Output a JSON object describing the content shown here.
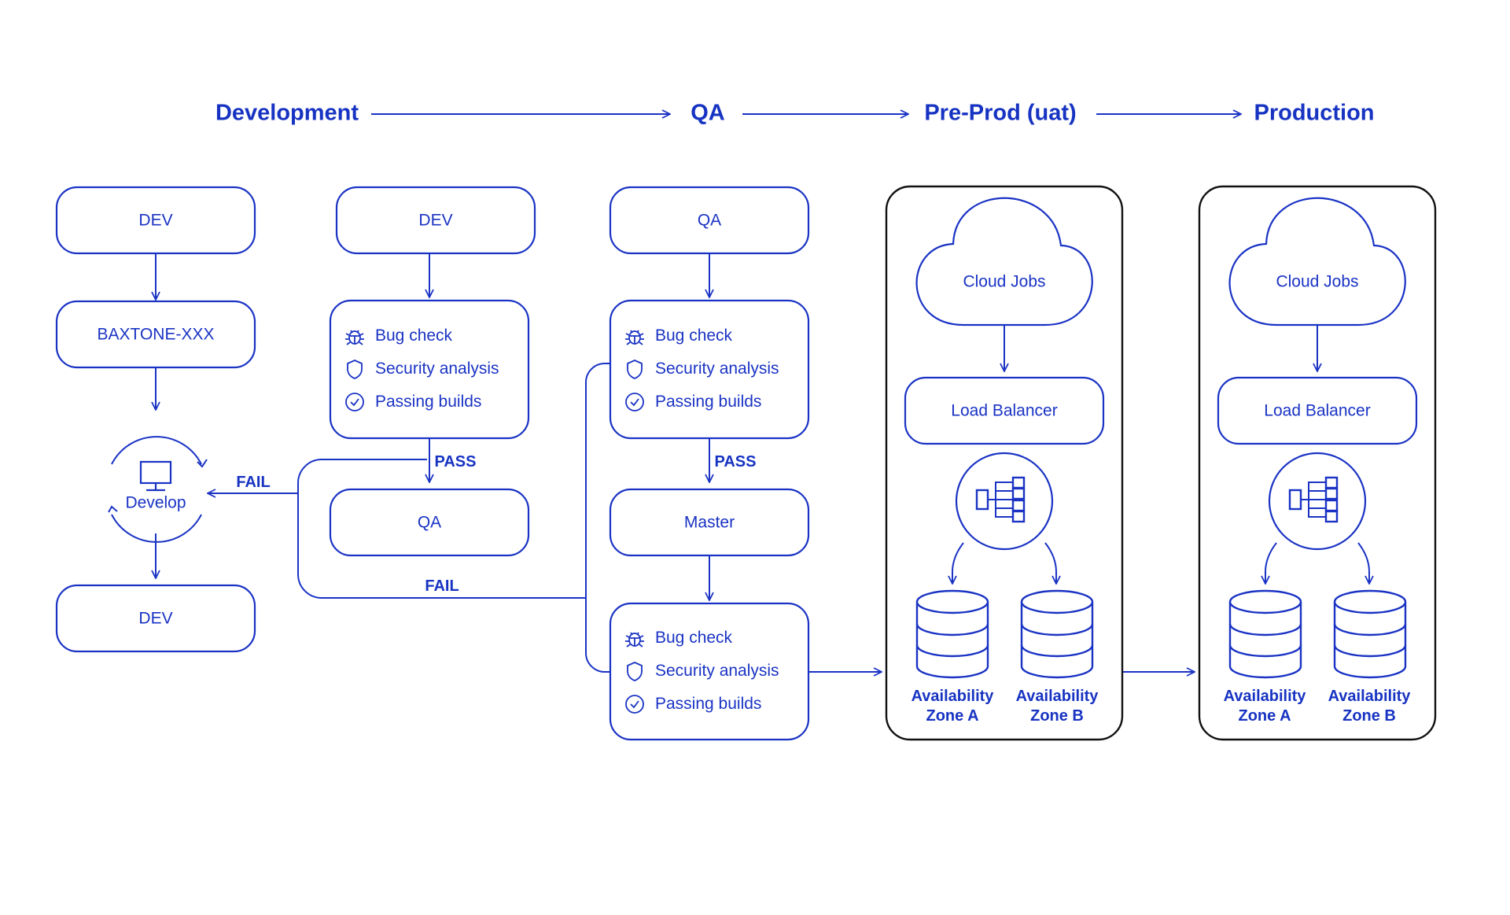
{
  "stages": {
    "development": "Development",
    "qa": "QA",
    "preprod": "Pre-Prod (uat)",
    "production": "Production"
  },
  "dev_column": {
    "top_box": "DEV",
    "branch_box": "BAXTONE-XXX",
    "develop_label": "Develop",
    "bottom_box": "DEV",
    "fail_label": "FAIL"
  },
  "dev_stage": {
    "top_box": "DEV",
    "checks": [
      "Bug check",
      "Security analysis",
      "Passing builds"
    ],
    "pass_label": "PASS",
    "result_box": "QA",
    "fail_label": "FAIL"
  },
  "qa_stage": {
    "top_box": "QA",
    "checks": [
      "Bug check",
      "Security analysis",
      "Passing builds"
    ],
    "pass_label": "PASS",
    "result_box": "Master",
    "final_checks": [
      "Bug check",
      "Security analysis",
      "Passing builds"
    ]
  },
  "preprod_env": {
    "cloud": "Cloud Jobs",
    "load_balancer": "Load Balancer",
    "zone_a": [
      "Availability",
      "Zone A"
    ],
    "zone_b": [
      "Availability",
      "Zone B"
    ]
  },
  "production_env": {
    "cloud": "Cloud Jobs",
    "load_balancer": "Load Balancer",
    "zone_a": [
      "Availability",
      "Zone A"
    ],
    "zone_b": [
      "Availability",
      "Zone B"
    ]
  },
  "colors": {
    "accent": "#1a33c4",
    "container_border": "#111111",
    "background": "#ffffff"
  },
  "icons": [
    "bug-icon",
    "shield-icon",
    "check-circle-icon",
    "monitor-icon",
    "cloud-icon",
    "load-balancer-icon",
    "database-icon",
    "arrow-icon"
  ]
}
